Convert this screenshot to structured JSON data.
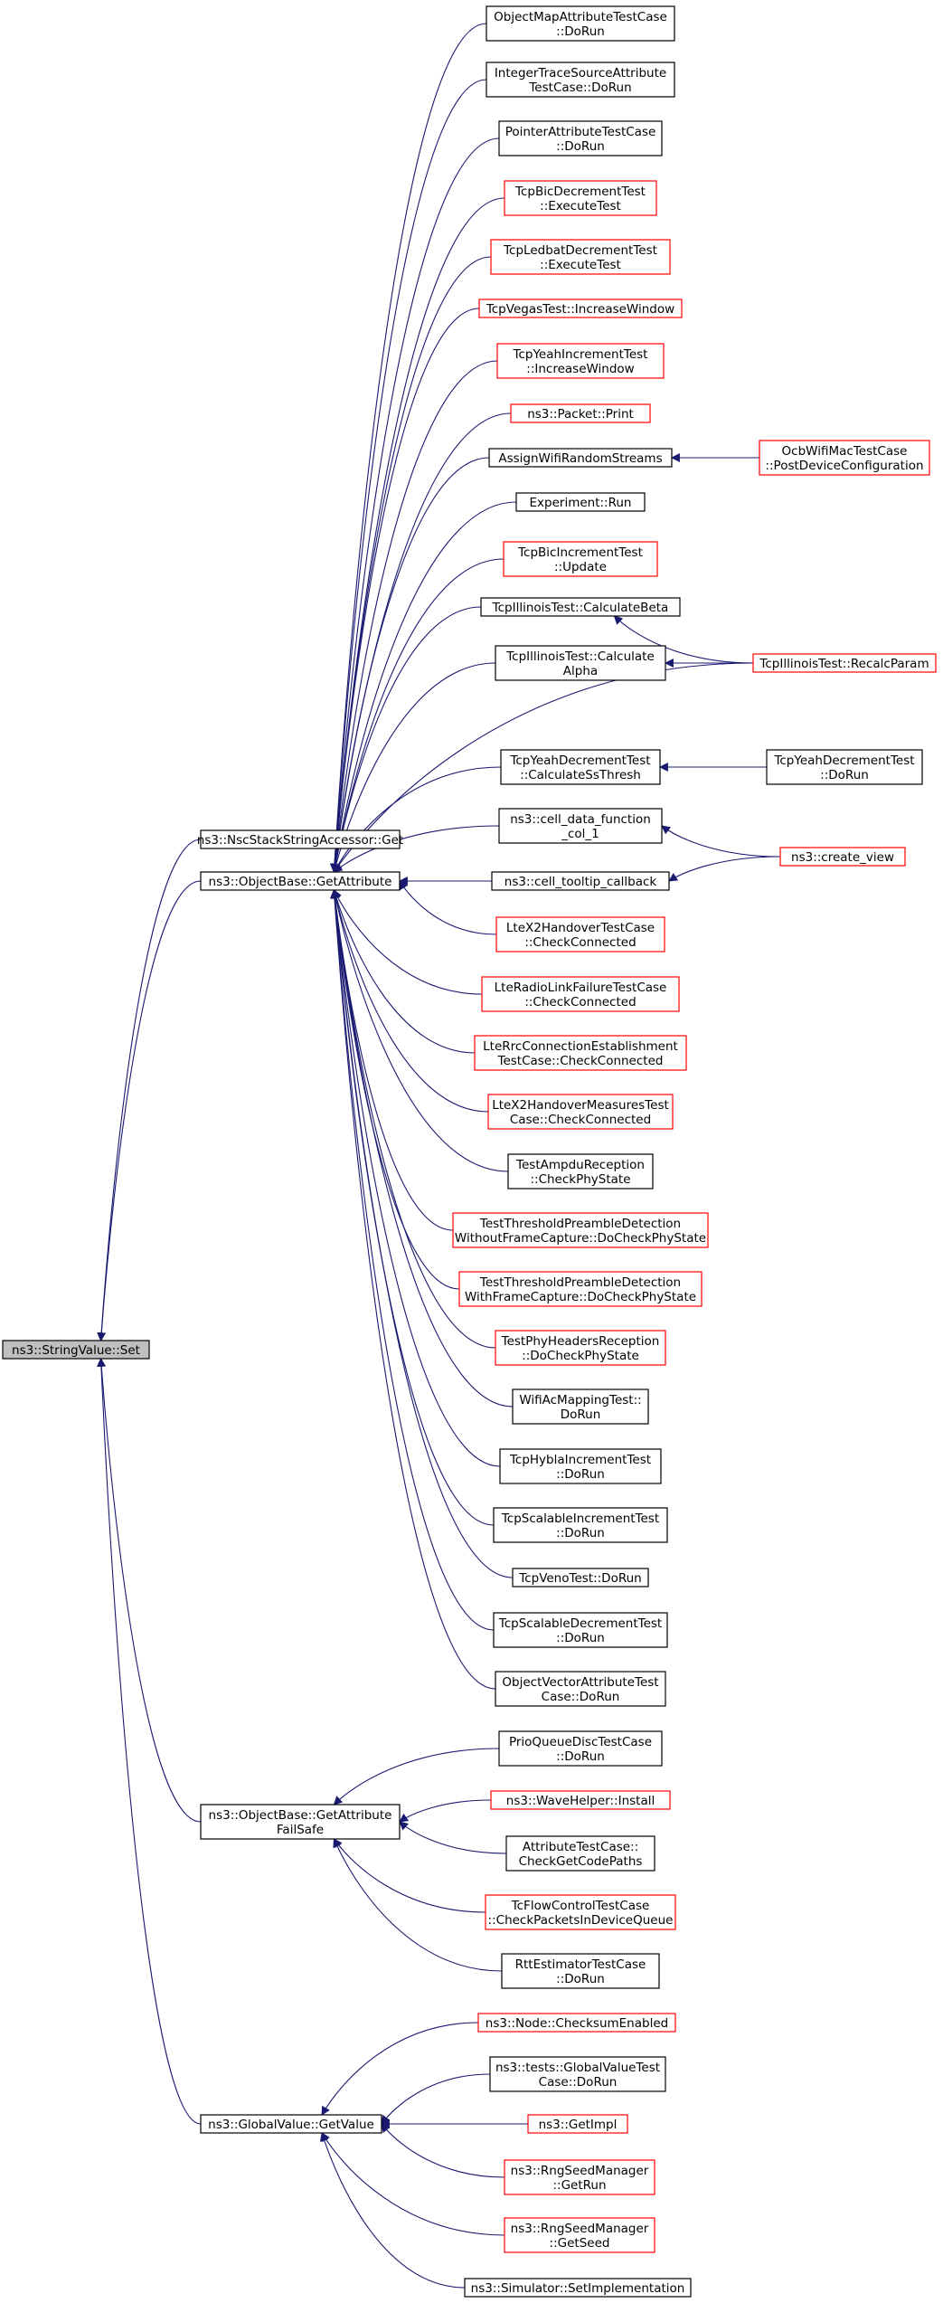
{
  "colors": {
    "edge": "#191970",
    "border_default": "#000000",
    "border_truncated": "#ff0000",
    "root_fill": "#bfbfbf",
    "node_fill": "#ffffff"
  },
  "root": {
    "id": "root",
    "label": [
      "ns3::StringValue::Set"
    ]
  },
  "nodes": [
    {
      "id": "a1",
      "label": [
        "ns3::NscStackStringAccessor::Get"
      ]
    },
    {
      "id": "a2",
      "label": [
        "ns3::ObjectBase::GetAttribute"
      ]
    },
    {
      "id": "a3",
      "label": [
        "ns3::ObjectBase::GetAttribute",
        "FailSafe"
      ]
    },
    {
      "id": "a4",
      "label": [
        "ns3::GlobalValue::GetValue"
      ]
    },
    {
      "id": "b1",
      "label": [
        "ObjectMapAttributeTestCase",
        "::DoRun"
      ]
    },
    {
      "id": "b2",
      "label": [
        "IntegerTraceSourceAttribute",
        "TestCase::DoRun"
      ]
    },
    {
      "id": "b3",
      "label": [
        "PointerAttributeTestCase",
        "::DoRun"
      ]
    },
    {
      "id": "b4",
      "label": [
        "TcpBicDecrementTest",
        "::ExecuteTest"
      ],
      "truncated": true
    },
    {
      "id": "b5",
      "label": [
        "TcpLedbatDecrementTest",
        "::ExecuteTest"
      ],
      "truncated": true
    },
    {
      "id": "b6",
      "label": [
        "TcpVegasTest::IncreaseWindow"
      ],
      "truncated": true
    },
    {
      "id": "b7",
      "label": [
        "TcpYeahIncrementTest",
        "::IncreaseWindow"
      ],
      "truncated": true
    },
    {
      "id": "b8",
      "label": [
        "ns3::Packet::Print"
      ],
      "truncated": true
    },
    {
      "id": "b9",
      "label": [
        "AssignWifiRandomStreams"
      ]
    },
    {
      "id": "b10",
      "label": [
        "Experiment::Run"
      ]
    },
    {
      "id": "b11",
      "label": [
        "TcpBicIncrementTest",
        "::Update"
      ],
      "truncated": true
    },
    {
      "id": "b12",
      "label": [
        "TcpIllinoisTest::CalculateBeta"
      ]
    },
    {
      "id": "b13",
      "label": [
        "TcpIllinoisTest::Calculate",
        "Alpha"
      ]
    },
    {
      "id": "b14",
      "label": [
        "TcpYeahDecrementTest",
        "::CalculateSsThresh"
      ]
    },
    {
      "id": "b15",
      "label": [
        "ns3::cell_data_function",
        "_col_1"
      ]
    },
    {
      "id": "b16",
      "label": [
        "ns3::cell_tooltip_callback"
      ]
    },
    {
      "id": "b17",
      "label": [
        "LteX2HandoverTestCase",
        "::CheckConnected"
      ],
      "truncated": true
    },
    {
      "id": "b18",
      "label": [
        "LteRadioLinkFailureTestCase",
        "::CheckConnected"
      ],
      "truncated": true
    },
    {
      "id": "b19",
      "label": [
        "LteRrcConnectionEstablishment",
        "TestCase::CheckConnected"
      ],
      "truncated": true
    },
    {
      "id": "b20",
      "label": [
        "LteX2HandoverMeasuresTest",
        "Case::CheckConnected"
      ],
      "truncated": true
    },
    {
      "id": "b21",
      "label": [
        "TestAmpduReception",
        "::CheckPhyState"
      ]
    },
    {
      "id": "b22",
      "label": [
        "TestThresholdPreambleDetection",
        "WithoutFrameCapture::DoCheckPhyState"
      ],
      "truncated": true
    },
    {
      "id": "b23",
      "label": [
        "TestThresholdPreambleDetection",
        "WithFrameCapture::DoCheckPhyState"
      ],
      "truncated": true
    },
    {
      "id": "b24",
      "label": [
        "TestPhyHeadersReception",
        "::DoCheckPhyState"
      ],
      "truncated": true
    },
    {
      "id": "b25",
      "label": [
        "WifiAcMappingTest::",
        "DoRun"
      ]
    },
    {
      "id": "b26",
      "label": [
        "TcpHyblaIncrementTest",
        "::DoRun"
      ]
    },
    {
      "id": "b27",
      "label": [
        "TcpScalableIncrementTest",
        "::DoRun"
      ]
    },
    {
      "id": "b28",
      "label": [
        "TcpVenoTest::DoRun"
      ]
    },
    {
      "id": "b29",
      "label": [
        "TcpScalableDecrementTest",
        "::DoRun"
      ]
    },
    {
      "id": "b30",
      "label": [
        "ObjectVectorAttributeTest",
        "Case::DoRun"
      ]
    },
    {
      "id": "c1",
      "label": [
        "PrioQueueDiscTestCase",
        "::DoRun"
      ]
    },
    {
      "id": "c2",
      "label": [
        "ns3::WaveHelper::Install"
      ],
      "truncated": true
    },
    {
      "id": "c3",
      "label": [
        "AttributeTestCase::",
        "CheckGetCodePaths"
      ]
    },
    {
      "id": "c4",
      "label": [
        "TcFlowControlTestCase",
        "::CheckPacketsInDeviceQueue"
      ],
      "truncated": true
    },
    {
      "id": "c5",
      "label": [
        "RttEstimatorTestCase",
        "::DoRun"
      ]
    },
    {
      "id": "d1",
      "label": [
        "ns3::Node::ChecksumEnabled"
      ],
      "truncated": true
    },
    {
      "id": "d2",
      "label": [
        "ns3::tests::GlobalValueTest",
        "Case::DoRun"
      ]
    },
    {
      "id": "d3",
      "label": [
        "ns3::GetImpl"
      ],
      "truncated": true
    },
    {
      "id": "d4",
      "label": [
        "ns3::RngSeedManager",
        "::GetRun"
      ],
      "truncated": true
    },
    {
      "id": "d5",
      "label": [
        "ns3::RngSeedManager",
        "::GetSeed"
      ],
      "truncated": true
    },
    {
      "id": "d6",
      "label": [
        "ns3::Simulator::SetImplementation"
      ]
    },
    {
      "id": "e1",
      "label": [
        "OcbWifiMacTestCase",
        "::PostDeviceConfiguration"
      ],
      "truncated": true
    },
    {
      "id": "e2",
      "label": [
        "TcpIllinoisTest::RecalcParam"
      ],
      "truncated": true
    },
    {
      "id": "e3",
      "label": [
        "TcpYeahDecrementTest",
        "::DoRun"
      ]
    },
    {
      "id": "e4",
      "label": [
        "ns3::create_view"
      ],
      "truncated": true
    }
  ],
  "edges": [
    [
      "a1",
      "root"
    ],
    [
      "a2",
      "root"
    ],
    [
      "a3",
      "root"
    ],
    [
      "a4",
      "root"
    ],
    [
      "b1",
      "a2"
    ],
    [
      "b2",
      "a2"
    ],
    [
      "b3",
      "a2"
    ],
    [
      "b4",
      "a2"
    ],
    [
      "b5",
      "a2"
    ],
    [
      "b6",
      "a2"
    ],
    [
      "b7",
      "a2"
    ],
    [
      "b8",
      "a2"
    ],
    [
      "b9",
      "a2"
    ],
    [
      "b10",
      "a2"
    ],
    [
      "b11",
      "a2"
    ],
    [
      "b12",
      "a2"
    ],
    [
      "b13",
      "a2"
    ],
    [
      "e2",
      "a2"
    ],
    [
      "b14",
      "a2"
    ],
    [
      "b15",
      "a2"
    ],
    [
      "b16",
      "a2"
    ],
    [
      "b17",
      "a2"
    ],
    [
      "b18",
      "a2"
    ],
    [
      "b19",
      "a2"
    ],
    [
      "b20",
      "a2"
    ],
    [
      "b21",
      "a2"
    ],
    [
      "b22",
      "a2"
    ],
    [
      "b23",
      "a2"
    ],
    [
      "b24",
      "a2"
    ],
    [
      "b25",
      "a2"
    ],
    [
      "b26",
      "a2"
    ],
    [
      "b27",
      "a2"
    ],
    [
      "b28",
      "a2"
    ],
    [
      "b29",
      "a2"
    ],
    [
      "b30",
      "a2"
    ],
    [
      "c1",
      "a3"
    ],
    [
      "c2",
      "a3"
    ],
    [
      "c3",
      "a3"
    ],
    [
      "c4",
      "a3"
    ],
    [
      "c5",
      "a3"
    ],
    [
      "d1",
      "a4"
    ],
    [
      "d2",
      "a4"
    ],
    [
      "d3",
      "a4"
    ],
    [
      "d4",
      "a4"
    ],
    [
      "d5",
      "a4"
    ],
    [
      "d6",
      "a4"
    ],
    [
      "e1",
      "b9"
    ],
    [
      "e2",
      "b12"
    ],
    [
      "e2",
      "b13"
    ],
    [
      "e3",
      "b14"
    ],
    [
      "e4",
      "b15"
    ],
    [
      "e4",
      "b16"
    ]
  ]
}
